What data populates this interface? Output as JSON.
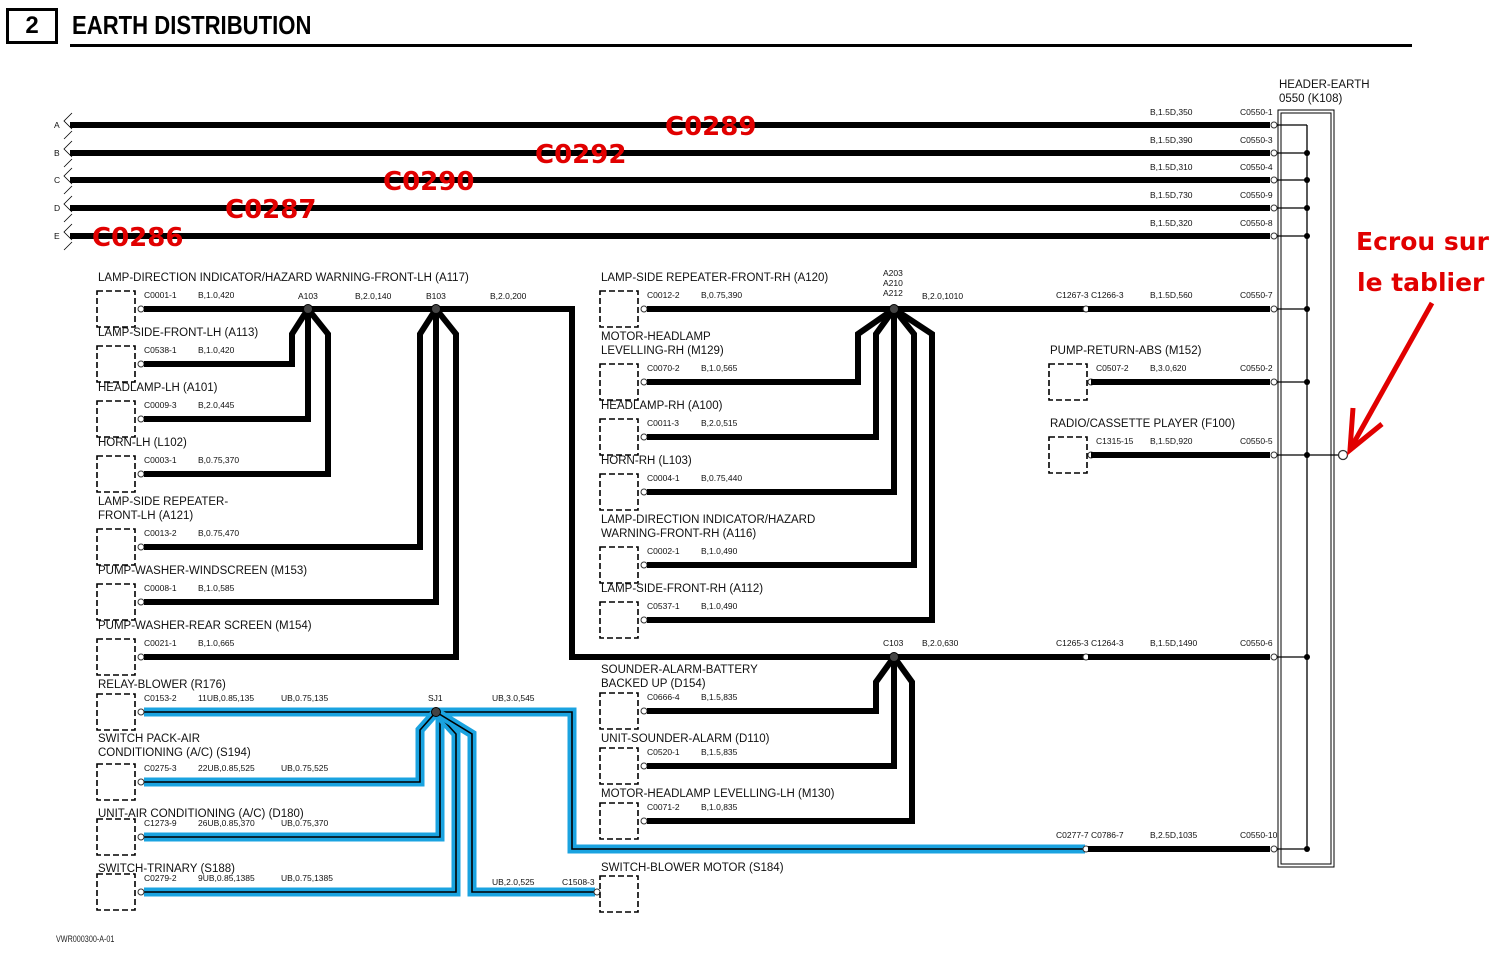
{
  "header": {
    "section_number": "2",
    "title": "EARTH DISTRIBUTION"
  },
  "footer": {
    "ref": "VWR000300-A-01"
  },
  "colors": {
    "wire": "#000000",
    "blue_wire": "#1aa3e0",
    "annotation": "#e10000"
  },
  "header_earth": {
    "name": "HEADER-EARTH",
    "id": "0550 (K108)"
  },
  "bus_lines": [
    {
      "letter": "A",
      "spec": "B,1.5D,350",
      "pin": "C0550-1",
      "tag": "C0289"
    },
    {
      "letter": "B",
      "spec": "B,1.5D,390",
      "pin": "C0550-3",
      "tag": "C0292"
    },
    {
      "letter": "C",
      "spec": "B,1.5D,310",
      "pin": "C0550-4",
      "tag": "C0290"
    },
    {
      "letter": "D",
      "spec": "B,1.5D,730",
      "pin": "C0550-9",
      "tag": "C0287"
    },
    {
      "letter": "E",
      "spec": "B,1.5D,320",
      "pin": "C0550-8",
      "tag": "C0286"
    }
  ],
  "splices": {
    "A103": "A103",
    "B103": "B103",
    "A_right": [
      "A203",
      "A210",
      "A212"
    ],
    "C103": "C103",
    "SJ1": "SJ1"
  },
  "trunk_specs": {
    "a103_b103": "B,2.0,140",
    "b103_out": "B,2.0,200",
    "a212_out": "B,2.0,1010",
    "c103_out": "B,2.0,630",
    "sj1_out": "UB,3.0,545",
    "sj1_blower": "UB,2.0,525"
  },
  "left_components": [
    {
      "name": "LAMP-DIRECTION INDICATOR/HAZARD WARNING-FRONT-LH (A117)",
      "pin": "C0001-1",
      "spec": "B,1.0,420"
    },
    {
      "name": "LAMP-SIDE-FRONT-LH (A113)",
      "pin": "C0538-1",
      "spec": "B,1.0,420"
    },
    {
      "name": "HEADLAMP-LH (A101)",
      "pin": "C0009-3",
      "spec": "B,2.0,445"
    },
    {
      "name": "HORN-LH (L102)",
      "pin": "C0003-1",
      "spec": "B,0.75,370"
    },
    {
      "name": "LAMP-SIDE REPEATER-\nFRONT-LH (A121)",
      "pin": "C0013-2",
      "spec": "B,0.75,470"
    },
    {
      "name": "PUMP-WASHER-WINDSCREEN (M153)",
      "pin": "C0008-1",
      "spec": "B,1.0,585"
    },
    {
      "name": "PUMP-WASHER-REAR SCREEN (M154)",
      "pin": "C0021-1",
      "spec": "B,1.0,665"
    }
  ],
  "left_blue_components": [
    {
      "name": "RELAY-BLOWER (R176)",
      "pin": "C0153-2",
      "spec": "11UB,0.85,135",
      "spec2": "UB,0.75,135"
    },
    {
      "name": "SWITCH PACK-AIR\nCONDITIONING (A/C) (S194)",
      "pin": "C0275-3",
      "spec": "22UB,0.85,525",
      "spec2": "UB,0.75,525"
    },
    {
      "name": "UNIT-AIR CONDITIONING (A/C) (D180)",
      "pin": "C1273-9",
      "spec": "26UB,0.85,370",
      "spec2": "UB,0.75,370"
    },
    {
      "name": "SWITCH-TRINARY (S188)",
      "pin": "C0279-2",
      "spec": "9UB,0.85,1385",
      "spec2": "UB,0.75,1385"
    }
  ],
  "middle_components": [
    {
      "name": "LAMP-SIDE REPEATER-FRONT-RH (A120)",
      "pin": "C0012-2",
      "spec": "B,0.75,390"
    },
    {
      "name": "MOTOR-HEADLAMP\nLEVELLING-RH (M129)",
      "pin": "C0070-2",
      "spec": "B,1.0,565"
    },
    {
      "name": "HEADLAMP-RH (A100)",
      "pin": "C0011-3",
      "spec": "B,2.0,515"
    },
    {
      "name": "HORN-RH (L103)",
      "pin": "C0004-1",
      "spec": "B,0.75,440"
    },
    {
      "name": "LAMP-DIRECTION INDICATOR/HAZARD\nWARNING-FRONT-RH (A116)",
      "pin": "C0002-1",
      "spec": "B,1.0,490"
    },
    {
      "name": "LAMP-SIDE-FRONT-RH (A112)",
      "pin": "C0537-1",
      "spec": "B,1.0,490"
    }
  ],
  "middle_lower_components": [
    {
      "name": "SOUNDER-ALARM-BATTERY\nBACKED UP (D154)",
      "pin": "C0666-4",
      "spec": "B,1.5,835"
    },
    {
      "name": "UNIT-SOUNDER-ALARM (D110)",
      "pin": "C0520-1",
      "spec": "B,1.5,835"
    },
    {
      "name": "MOTOR-HEADLAMP LEVELLING-LH (M130)",
      "pin": "C0071-2",
      "spec": "B,1.0,835"
    }
  ],
  "blower_motor": {
    "name": "SWITCH-BLOWER MOTOR (S184)",
    "pin": "C1508-3"
  },
  "right_runs": [
    {
      "from_pins": "C1267-3 C1266-3",
      "spec": "B,1.5D,560",
      "pin": "C0550-7"
    },
    {
      "component": "PUMP-RETURN-ABS (M152)",
      "from_pins": "C0507-2",
      "spec": "B,3.0,620",
      "pin": "C0550-2"
    },
    {
      "component": "RADIO/CASSETTE PLAYER (F100)",
      "from_pins": "C1315-15",
      "spec": "B,1.5D,920",
      "pin": "C0550-5"
    },
    {
      "from_pins": "C1265-3 C1264-3",
      "spec": "B,1.5D,1490",
      "pin": "C0550-6"
    },
    {
      "from_pins": "C0277-7 C0786-7",
      "spec": "B,2.5D,1035",
      "pin": "C0550-10"
    }
  ],
  "annotation": {
    "text_line1": "Ecrou sur",
    "text_line2": "le tablier"
  }
}
